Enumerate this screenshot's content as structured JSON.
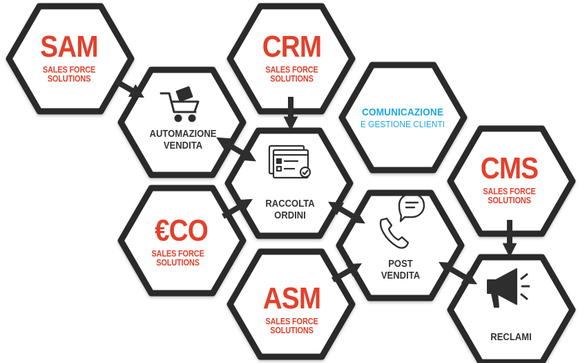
{
  "hexagons": {
    "sam": {
      "title": "SAM",
      "subtitle_line1": "SALES FORCE",
      "subtitle_line2": "SOLUTIONS"
    },
    "crm": {
      "title": "CRM",
      "subtitle_line1": "SALES FORCE",
      "subtitle_line2": "SOLUTIONS"
    },
    "cms": {
      "title": "CMS",
      "subtitle_line1": "SALES FORCE",
      "subtitle_line2": "SOLUTIONS"
    },
    "eco": {
      "title": "€CO",
      "subtitle_line1": "SALES FORCE",
      "subtitle_line2": "SOLUTIONS"
    },
    "asm": {
      "title": "ASM",
      "subtitle_line1": "SALES FORCE",
      "subtitle_line2": "SOLUTIONS"
    },
    "automazione": {
      "line1": "AUTOMAZIONE",
      "line2": "VENDITA"
    },
    "raccolta": {
      "line1": "RACCOLTA",
      "line2": "ORDINI"
    },
    "post": {
      "line1": "POST",
      "line2": "VENDITA"
    },
    "reclami": {
      "line1": "RECLAMI"
    },
    "comunicazione": {
      "line1": "COMUNICAZIONE",
      "line2": "E GESTIONE CLIENTI"
    }
  },
  "icons": [
    "shopping-cart-icon",
    "order-form-icon",
    "phone-chat-icon",
    "megaphone-icon"
  ],
  "colors": {
    "red": "#e2412c",
    "dark": "#333333",
    "blue": "#1ea8e0",
    "hex_border": "#2b2b2b"
  }
}
